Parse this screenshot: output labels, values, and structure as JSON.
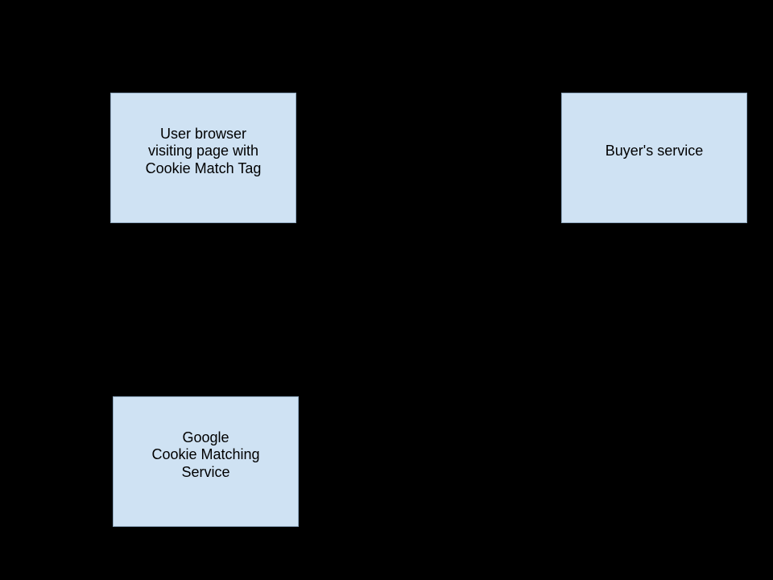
{
  "theme": {
    "background": "#000000",
    "node_fill": "#cfe2f3",
    "node_border": "#8fa8bf",
    "text_color": "#000000"
  },
  "diagram": {
    "nodes": [
      {
        "id": "user-browser",
        "label": "User browser\nvisiting page with\nCookie Match Tag"
      },
      {
        "id": "buyers-service",
        "label": "Buyer's service"
      },
      {
        "id": "google-cookie-matching-service",
        "label": "Google\nCookie Matching\nService"
      }
    ]
  }
}
